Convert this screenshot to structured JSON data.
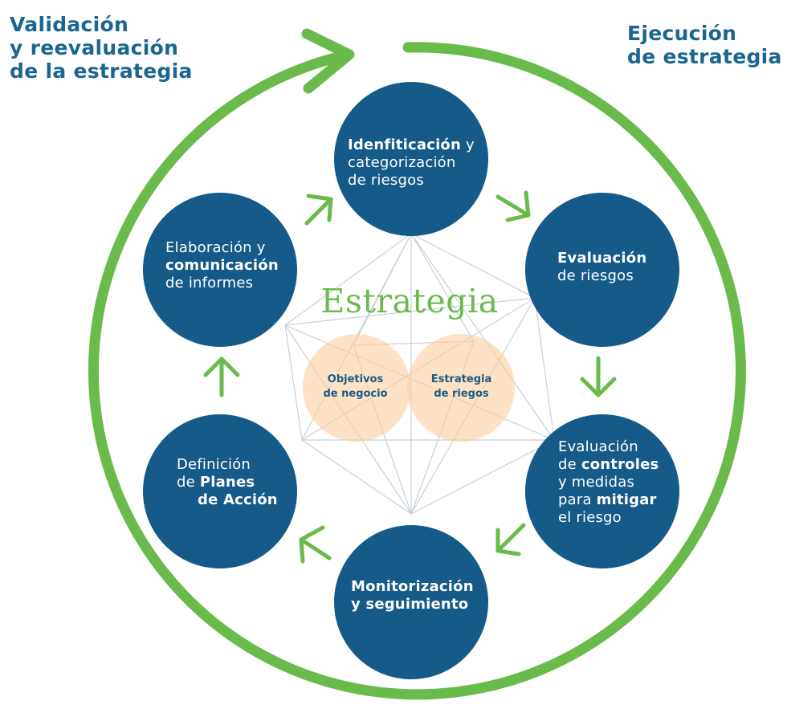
{
  "corners": {
    "validation": [
      "Validación",
      "y reevaluación",
      "de la estrategia"
    ],
    "execution": [
      "Ejecución",
      "de estrategia"
    ]
  },
  "steps": {
    "identification": {
      "bold": "Idenfiticación",
      "rest1": " y",
      "line2": "categorización",
      "line3": "de riesgos"
    },
    "evaluation": {
      "bold": "Evaluación",
      "line2": "de riesgos"
    },
    "controls": {
      "line1": "Evaluación",
      "pre2": "de ",
      "bold2": "controles",
      "line3": "y medidas",
      "pre4": "para ",
      "bold4": "mitigar",
      "line5": "el riesgo"
    },
    "monitoring": {
      "bold1": "Monitorización",
      "bold2": "y seguimiento"
    },
    "plans": {
      "line1": "Definición",
      "pre2": "de ",
      "bold2": "Planes",
      "bold3": "de Acción"
    },
    "reports": {
      "line1": "Elaboración y",
      "bold2": "comunicación",
      "line3": "de informes"
    }
  },
  "center": {
    "title": "Estrategia",
    "left_circle": [
      "Objetivos",
      "de negocio"
    ],
    "right_circle": [
      "Estrategia",
      "de riegos"
    ]
  },
  "colors": {
    "cycle_green": "#6abb4c",
    "circle_blue": "#155a88",
    "heading_blue": "#1b6590",
    "venn_orange": "#fbcf9f",
    "mesh_gray": "#c9d1d8"
  }
}
